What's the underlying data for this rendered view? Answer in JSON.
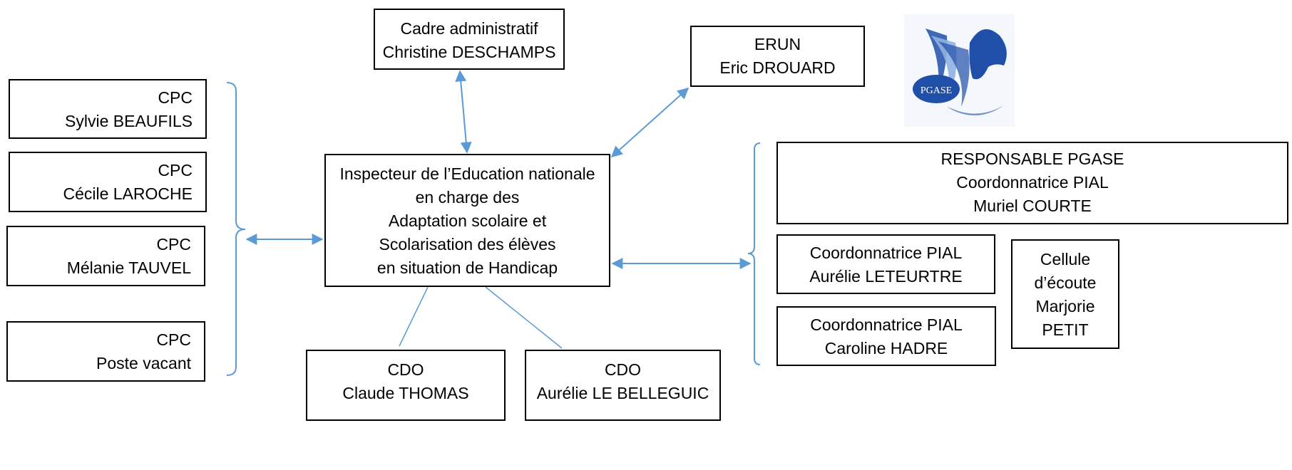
{
  "colors": {
    "connector": "#5b9bd5",
    "box_border": "#000000",
    "logo_blue": "#1f4fa8",
    "logo_light": "#8fb0e0"
  },
  "boxes": {
    "cadre": {
      "role": "Cadre administratif",
      "name": "Christine DESCHAMPS"
    },
    "erun": {
      "role": "ERUN",
      "name": "Eric DROUARD"
    },
    "center": {
      "lines": [
        "Inspecteur de l’Education nationale",
        "en charge des",
        "Adaptation scolaire et",
        "Scolarisation des élèves",
        "en situation de Handicap"
      ]
    },
    "cpc": [
      {
        "role": "CPC",
        "name": "Sylvie BEAUFILS"
      },
      {
        "role": "CPC",
        "name": "Cécile LAROCHE"
      },
      {
        "role": "CPC",
        "name": "Mélanie TAUVEL"
      },
      {
        "role": "CPC",
        "name": "Poste vacant"
      }
    ],
    "responsable": {
      "lines": [
        "RESPONSABLE PGASE",
        "Coordonnatrice PIAL",
        "Muriel COURTE"
      ]
    },
    "pial": [
      {
        "role": "Coordonnatrice PIAL",
        "name": "Aurélie LETEURTRE"
      },
      {
        "role": "Coordonnatrice PIAL",
        "name": "Caroline HADRE"
      }
    ],
    "cellule": {
      "lines": [
        "Cellule",
        "d’écoute",
        "Marjorie",
        "PETIT"
      ]
    },
    "cdo": [
      {
        "role": "CDO",
        "name": "Claude THOMAS"
      },
      {
        "role": "CDO",
        "name": "Aurélie LE BELLEGUIC"
      }
    ]
  },
  "logo": {
    "text": "PGASE",
    "icon": "winged-horse-logo"
  }
}
